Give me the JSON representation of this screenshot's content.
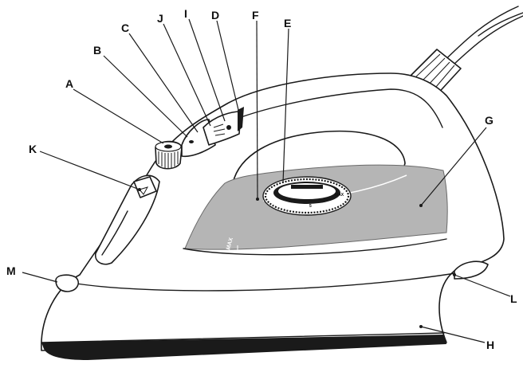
{
  "diagram": {
    "labels": {
      "A": "A",
      "B": "B",
      "C": "C",
      "D": "D",
      "E": "E",
      "F": "F",
      "G": "G",
      "H": "H",
      "I": "I",
      "J": "J",
      "K": "K",
      "L": "L",
      "M": "M"
    },
    "markings": {
      "tank_max": "MAX",
      "dial_max": "MAX"
    },
    "colors": {
      "tank_fill": "#b5b5b5",
      "soleplate": "#1a1a1a",
      "outline": "#1a1a1a"
    }
  }
}
